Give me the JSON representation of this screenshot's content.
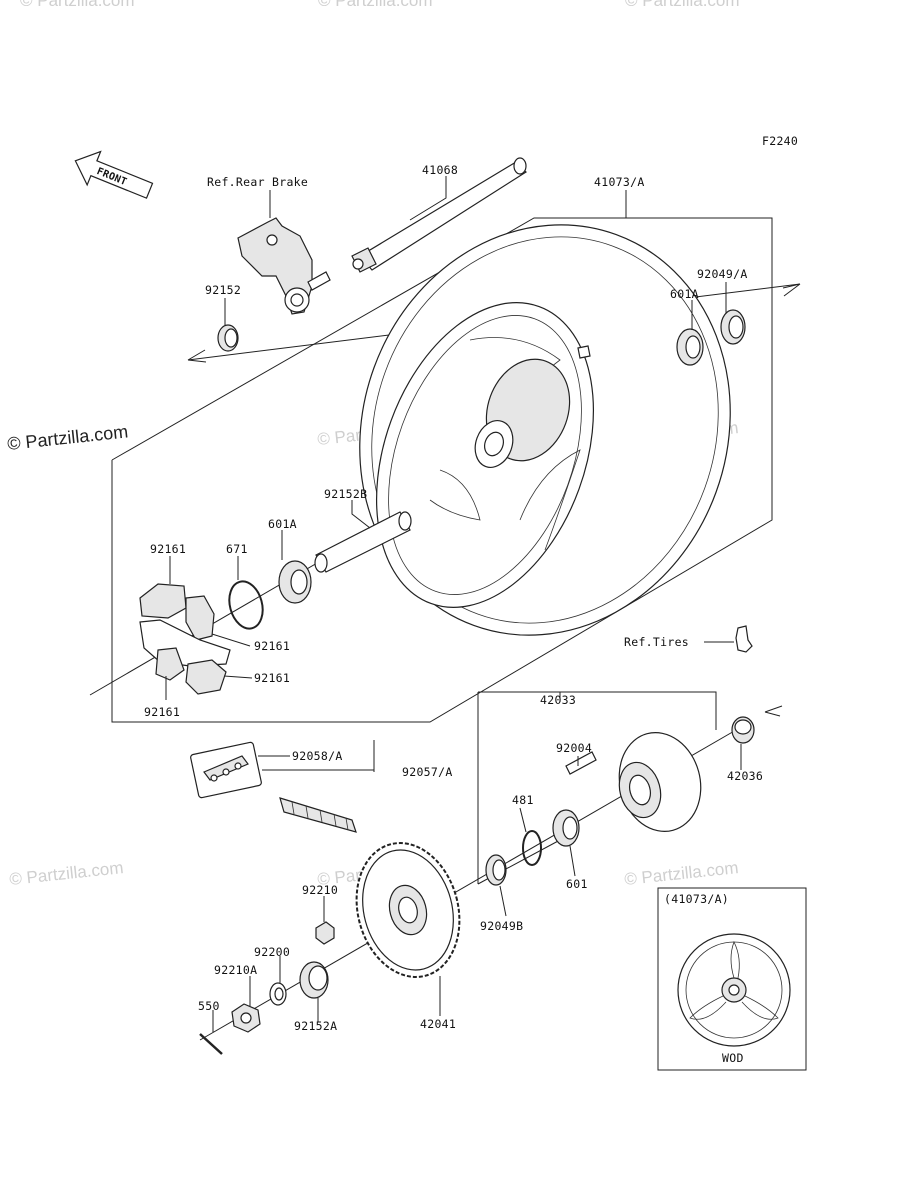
{
  "diagram_code": "F2240",
  "front_label": "FRONT",
  "watermarks": {
    "main": "© Partzilla.com",
    "faint": "© Partzilla.com"
  },
  "labels": {
    "ref_rear_brake": "Ref.Rear Brake",
    "p41068": "41068",
    "p41073A": "41073/A",
    "p92049A": "92049/A",
    "p601A_top": "601A",
    "p92152": "92152",
    "p92152B": "92152B",
    "p601A": "601A",
    "p671": "671",
    "p92161_a": "92161",
    "p92161_b": "92161",
    "p92161_c": "92161",
    "p92161_d": "92161",
    "ref_tires": "Ref.Tires",
    "p42033": "42033",
    "p92004": "92004",
    "p42036": "42036",
    "p92058A": "92058/A",
    "p92057A": "92057/A",
    "p481": "481",
    "p601": "601",
    "p92049B": "92049B",
    "p92210": "92210",
    "p92200": "92200",
    "p92210A": "92210A",
    "p550": "550",
    "p92152A": "92152A",
    "p42041": "42041",
    "inset_ref": "(41073/A)",
    "inset_caption": "WOD"
  }
}
